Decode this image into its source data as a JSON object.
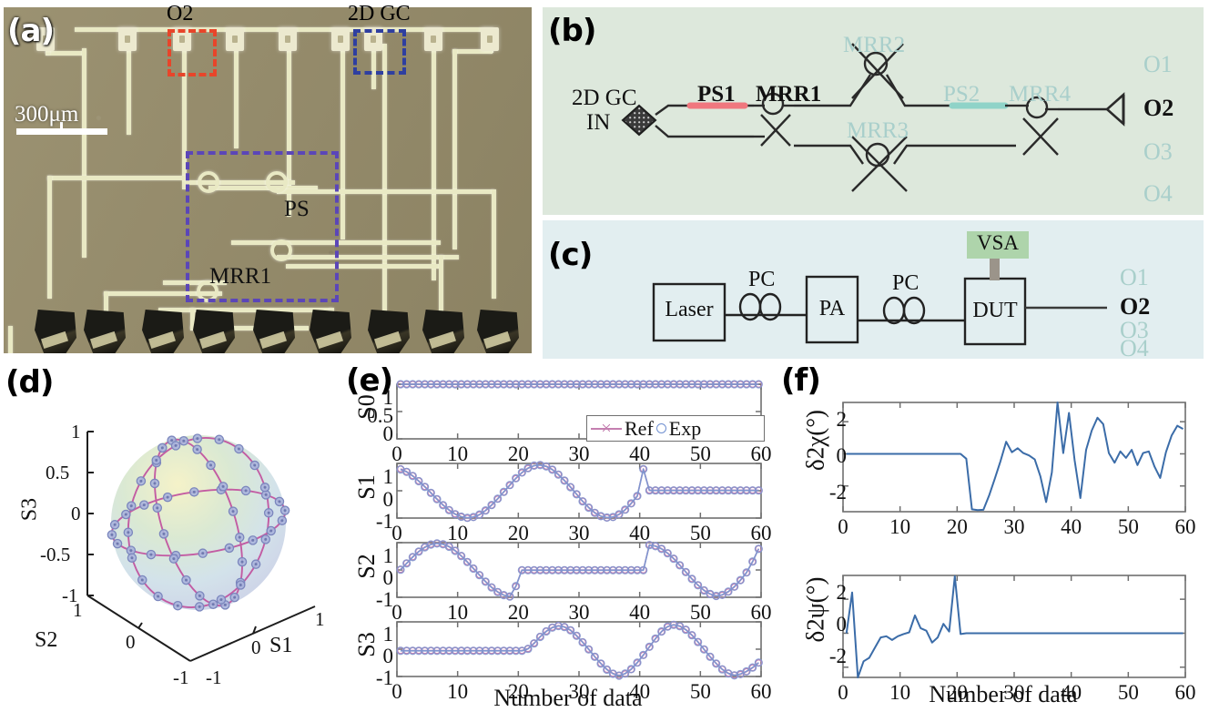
{
  "figure": {
    "panels": {
      "a": "(a)",
      "b": "(b)",
      "c": "(c)",
      "d": "(d)",
      "e": "(e)",
      "f": "(f)"
    }
  },
  "panel_a": {
    "caption_top_left": "O2",
    "caption_top_right": "2D GC",
    "scale_text": "300μm",
    "label_ps": "PS",
    "label_mrr1": "MRR1",
    "colors": {
      "chip": "#968c6a",
      "waveguide": "#e9e9c4",
      "red_box": "#e8452a",
      "blue_box": "#2f3fa0",
      "purple_box": "#5b46b8"
    }
  },
  "panel_b": {
    "input_gc": "2D GC",
    "input": "IN",
    "ps1": "PS1",
    "mrr1": "MRR1",
    "mrr2": "MRR2",
    "mrr3": "MRR3",
    "mrr4": "MRR4",
    "ps2": "PS2",
    "outputs": [
      "O1",
      "O2",
      "O3",
      "O4"
    ],
    "active_output": "O2",
    "colors": {
      "background": "#dde8dc",
      "ps1": "#f0777e",
      "ps2": "#8fd3c8",
      "faded_text": "#a9cfcb",
      "wire": "#222222"
    }
  },
  "panel_c": {
    "blocks": [
      "Laser",
      "PA",
      "DUT"
    ],
    "pc_labels": [
      "PC",
      "PC"
    ],
    "vsa": "VSA",
    "outputs": [
      "O1",
      "O2",
      "O3",
      "O4"
    ],
    "active_output": "O2",
    "colors": {
      "background": "#e2eef0",
      "vsa_fill": "#aed4ab",
      "vsa_stem": "#9b948a",
      "faded_text": "#a9cfcb"
    }
  },
  "chart_data": [
    {
      "id": "poincare-sphere",
      "panel": "d",
      "type": "scatter",
      "title": "",
      "xlabel": "S1",
      "ylabel": "S2",
      "zlabel": "S3",
      "xlim": [
        -1,
        1
      ],
      "ylim": [
        -1,
        1
      ],
      "zlim": [
        -1,
        1
      ],
      "xticks": [
        -1,
        0,
        1
      ],
      "yticks": [
        -1,
        0,
        1
      ],
      "zticks": [
        -1,
        -0.5,
        0,
        0.5,
        1
      ],
      "zticklabels": [
        "-1",
        "-0.5",
        "0",
        "0.5",
        "1"
      ],
      "xticklabels": [
        "-1",
        "0",
        "1"
      ],
      "yticklabels": [
        "-1",
        "0",
        "1"
      ],
      "grid": false,
      "legend": "none",
      "description": "Unit Poincare sphere with three great-circle traces of 20 measured Stokes points each (60 points total); reference curves in magenta, experimental points as open circles.",
      "marker_color": "#8c9ad0",
      "line_color": "#c255a0",
      "n_points": 60
    },
    {
      "id": "stokes-S0",
      "panel": "e",
      "type": "line",
      "title": "",
      "ylabel": "S0",
      "xlabel": "",
      "xlim": [
        0,
        60
      ],
      "ylim": [
        0,
        1
      ],
      "xticks": [
        0,
        10,
        20,
        30,
        40,
        50,
        60
      ],
      "yticks": [
        0,
        0.5,
        1
      ],
      "yticklabels": [
        "0",
        "0.5",
        "1"
      ],
      "legend": [
        "Ref",
        "Exp"
      ],
      "legend_position": "inside-right",
      "series": [
        {
          "name": "Ref",
          "color": "#c47fb0",
          "values": [
            1,
            1,
            1,
            1,
            1,
            1,
            1,
            1,
            1,
            1,
            1,
            1,
            1,
            1,
            1,
            1,
            1,
            1,
            1,
            1,
            1,
            1,
            1,
            1,
            1,
            1,
            1,
            1,
            1,
            1,
            1,
            1,
            1,
            1,
            1,
            1,
            1,
            1,
            1,
            1,
            1,
            1,
            1,
            1,
            1,
            1,
            1,
            1,
            1,
            1,
            1,
            1,
            1,
            1,
            1,
            1,
            1,
            1,
            1,
            1
          ]
        },
        {
          "name": "Exp",
          "color": "#7f95cf",
          "values": [
            1,
            1,
            1,
            1,
            1,
            1,
            1,
            1,
            1,
            1,
            1,
            1,
            1,
            1,
            1,
            1,
            1,
            1,
            1,
            1,
            1,
            1,
            1,
            1,
            1,
            1,
            1,
            1,
            1,
            1,
            1,
            1,
            1,
            1,
            1,
            1,
            1,
            1,
            1,
            1,
            1,
            1,
            1,
            1,
            1,
            1,
            1,
            1,
            1,
            1,
            1,
            1,
            1,
            1,
            1,
            1,
            1,
            1,
            1,
            1
          ]
        }
      ]
    },
    {
      "id": "stokes-S1",
      "panel": "e",
      "type": "line",
      "ylabel": "S1",
      "xlabel": "",
      "xlim": [
        0,
        60
      ],
      "ylim": [
        -1,
        1
      ],
      "xticks": [
        0,
        10,
        20,
        30,
        40,
        50,
        60
      ],
      "yticks": [
        -1,
        0,
        1
      ],
      "yticklabels": [
        "-1",
        "0",
        "1"
      ],
      "series": [
        {
          "name": "Ref",
          "color": "#c47fb0",
          "values": [
            0.8,
            0.7,
            0.55,
            0.36,
            0.15,
            -0.07,
            -0.3,
            -0.52,
            -0.7,
            -0.85,
            -0.95,
            -1.0,
            -0.97,
            -0.88,
            -0.73,
            -0.53,
            -0.3,
            -0.05,
            0.2,
            0.45,
            0.66,
            0.82,
            0.92,
            0.95,
            0.9,
            0.78,
            0.6,
            0.38,
            0.14,
            -0.12,
            -0.38,
            -0.61,
            -0.8,
            -0.93,
            -0.99,
            -0.97,
            -0.87,
            -0.7,
            -0.47,
            -0.2,
            0.8,
            0.02,
            0.02,
            0.02,
            0.02,
            0.02,
            0.02,
            0.02,
            0.02,
            0.02,
            0.02,
            0.02,
            0.02,
            0.02,
            0.02,
            0.02,
            0.02,
            0.02,
            0.02,
            0.02
          ]
        },
        {
          "name": "Exp",
          "color": "#7f95cf",
          "values": [
            0.78,
            0.69,
            0.54,
            0.35,
            0.14,
            -0.08,
            -0.31,
            -0.53,
            -0.71,
            -0.86,
            -0.95,
            -0.99,
            -0.96,
            -0.87,
            -0.72,
            -0.52,
            -0.29,
            -0.04,
            0.21,
            0.46,
            0.67,
            0.83,
            0.92,
            0.94,
            0.89,
            0.77,
            0.59,
            0.37,
            0.13,
            -0.13,
            -0.39,
            -0.62,
            -0.81,
            -0.93,
            -0.98,
            -0.96,
            -0.86,
            -0.69,
            -0.46,
            -0.19,
            0.79,
            0.01,
            0.01,
            0.01,
            0.01,
            0.01,
            0.01,
            0.01,
            0.01,
            0.01,
            0.01,
            0.01,
            0.01,
            0.01,
            0.01,
            0.01,
            0.01,
            0.01,
            0.01,
            0.01
          ]
        }
      ]
    },
    {
      "id": "stokes-S2",
      "panel": "e",
      "type": "line",
      "ylabel": "S2",
      "xlabel": "",
      "xlim": [
        0,
        60
      ],
      "ylim": [
        -1,
        1
      ],
      "xticks": [
        0,
        10,
        20,
        30,
        40,
        50,
        60
      ],
      "yticks": [
        -1,
        0,
        1
      ],
      "yticklabels": [
        "-1",
        "0",
        "1"
      ],
      "series": [
        {
          "name": "Ref",
          "color": "#c47fb0",
          "values": [
            0.02,
            0.25,
            0.48,
            0.68,
            0.84,
            0.94,
            0.98,
            0.95,
            0.86,
            0.71,
            0.52,
            0.3,
            0.06,
            -0.18,
            -0.42,
            -0.63,
            -0.8,
            -0.92,
            -0.98,
            -0.6,
            0.0,
            0.0,
            0.0,
            0.0,
            0.0,
            0.0,
            0.0,
            0.0,
            0.0,
            0.0,
            0.0,
            0.0,
            0.0,
            0.0,
            0.0,
            0.0,
            0.0,
            0.0,
            0.0,
            0.0,
            0.0,
            0.92,
            0.88,
            0.78,
            0.62,
            0.42,
            0.18,
            -0.07,
            -0.32,
            -0.55,
            -0.74,
            -0.88,
            -0.96,
            -0.92,
            -0.8,
            -0.62,
            -0.38,
            -0.1,
            0.3,
            0.78
          ]
        },
        {
          "name": "Exp",
          "color": "#7f95cf",
          "values": [
            0.01,
            0.24,
            0.47,
            0.67,
            0.83,
            0.93,
            0.97,
            0.94,
            0.85,
            0.7,
            0.51,
            0.29,
            0.05,
            -0.19,
            -0.43,
            -0.64,
            -0.81,
            -0.92,
            -0.97,
            -0.59,
            -0.01,
            -0.01,
            -0.01,
            -0.01,
            -0.01,
            -0.01,
            -0.01,
            -0.01,
            -0.01,
            -0.01,
            -0.01,
            -0.01,
            -0.01,
            -0.01,
            -0.01,
            -0.01,
            -0.01,
            -0.01,
            -0.01,
            -0.01,
            -0.01,
            0.91,
            0.87,
            0.77,
            0.61,
            0.41,
            0.17,
            -0.08,
            -0.33,
            -0.56,
            -0.75,
            -0.88,
            -0.95,
            -0.91,
            -0.79,
            -0.61,
            -0.37,
            -0.09,
            0.31,
            0.77
          ]
        }
      ]
    },
    {
      "id": "stokes-S3",
      "panel": "e",
      "type": "line",
      "ylabel": "S3",
      "xlabel": "Number of data",
      "xlim": [
        0,
        60
      ],
      "ylim": [
        -1,
        1
      ],
      "xticks": [
        0,
        10,
        20,
        30,
        40,
        50,
        60
      ],
      "yticks": [
        -1,
        0,
        1
      ],
      "yticklabels": [
        "-1",
        "0",
        "1"
      ],
      "series": [
        {
          "name": "Ref",
          "color": "#c47fb0",
          "values": [
            -0.05,
            -0.05,
            -0.05,
            -0.05,
            -0.05,
            -0.05,
            -0.05,
            -0.05,
            -0.05,
            -0.05,
            -0.05,
            -0.05,
            -0.05,
            -0.05,
            -0.05,
            -0.05,
            -0.05,
            -0.05,
            -0.05,
            -0.05,
            -0.05,
            0.02,
            0.22,
            0.46,
            0.66,
            0.8,
            0.86,
            0.82,
            0.7,
            0.5,
            0.26,
            0.0,
            -0.27,
            -0.52,
            -0.74,
            -0.89,
            -0.96,
            -0.9,
            -0.74,
            -0.5,
            -0.22,
            0.08,
            0.38,
            0.64,
            0.82,
            0.9,
            0.85,
            0.72,
            0.52,
            0.27,
            0.0,
            -0.27,
            -0.52,
            -0.73,
            -0.88,
            -0.95,
            -0.92,
            -0.82,
            -0.68,
            -0.5
          ]
        },
        {
          "name": "Exp",
          "color": "#7f95cf",
          "values": [
            -0.06,
            -0.06,
            -0.06,
            -0.06,
            -0.06,
            -0.06,
            -0.06,
            -0.06,
            -0.06,
            -0.06,
            -0.06,
            -0.06,
            -0.06,
            -0.06,
            -0.06,
            -0.06,
            -0.06,
            -0.06,
            -0.06,
            -0.06,
            -0.06,
            0.01,
            0.21,
            0.45,
            0.65,
            0.79,
            0.85,
            0.81,
            0.69,
            0.49,
            0.25,
            -0.01,
            -0.28,
            -0.53,
            -0.75,
            -0.9,
            -0.97,
            -0.89,
            -0.73,
            -0.49,
            -0.21,
            0.09,
            0.39,
            0.65,
            0.83,
            0.89,
            0.84,
            0.71,
            0.51,
            0.26,
            -0.01,
            -0.28,
            -0.53,
            -0.74,
            -0.89,
            -0.96,
            -0.91,
            -0.81,
            -0.67,
            -0.49
          ]
        }
      ]
    },
    {
      "id": "error-2chi",
      "panel": "f",
      "type": "line",
      "ylabel": "δ2χ(°)",
      "xlabel": "",
      "xlim": [
        0,
        60
      ],
      "ylim": [
        -3.6,
        3.2
      ],
      "xticks": [
        0,
        10,
        20,
        30,
        40,
        50,
        60
      ],
      "yticks": [
        -2,
        0,
        2
      ],
      "yticklabels": [
        "-2",
        "0",
        "2"
      ],
      "series": [
        {
          "name": "δ2χ",
          "color": "#3b6ca8",
          "values": [
            0,
            0,
            0,
            0,
            0,
            0,
            0,
            0,
            0,
            0,
            0,
            0,
            0,
            0,
            0,
            0,
            0,
            0,
            0,
            0,
            0,
            -0.3,
            -3.45,
            -3.5,
            -3.48,
            -2.6,
            -1.55,
            -0.45,
            0.75,
            0.1,
            0.35,
            0.05,
            -0.1,
            -0.35,
            -1.4,
            -3.0,
            -1.15,
            3.2,
            0.05,
            2.55,
            -0.4,
            -2.75,
            0.25,
            1.45,
            2.25,
            1.85,
            0.05,
            -0.55,
            0.15,
            -0.25,
            0.25,
            -0.7,
            0.05,
            0.15,
            -0.8,
            -1.5,
            0.1,
            1.15,
            1.75,
            1.55
          ]
        }
      ]
    },
    {
      "id": "error-2psi",
      "panel": "f",
      "type": "line",
      "ylabel": "δ2ψ(°)",
      "xlabel": "Number of data",
      "xlim": [
        0,
        60
      ],
      "ylim": [
        -2.6,
        3.4
      ],
      "xticks": [
        0,
        10,
        20,
        30,
        40,
        50,
        60
      ],
      "yticks": [
        -2,
        0,
        2
      ],
      "yticklabels": [
        "-2",
        "0",
        "2"
      ],
      "series": [
        {
          "name": "δ2ψ",
          "color": "#3b6ca8",
          "values": [
            0.0,
            2.4,
            -2.6,
            -1.65,
            -1.45,
            -0.85,
            -0.25,
            -0.18,
            -0.4,
            -0.18,
            -0.05,
            0.05,
            1.05,
            0.3,
            0.15,
            -0.55,
            -0.25,
            0.55,
            0.1,
            3.35,
            -0.05,
            0,
            0,
            0,
            0,
            0,
            0,
            0,
            0,
            0,
            0,
            0,
            0,
            0,
            0,
            0,
            0,
            0,
            0,
            0,
            0,
            0,
            0,
            0,
            0,
            0,
            0,
            0,
            0,
            0,
            0,
            0,
            0,
            0,
            0,
            0,
            0,
            0,
            0,
            0
          ]
        }
      ]
    }
  ]
}
